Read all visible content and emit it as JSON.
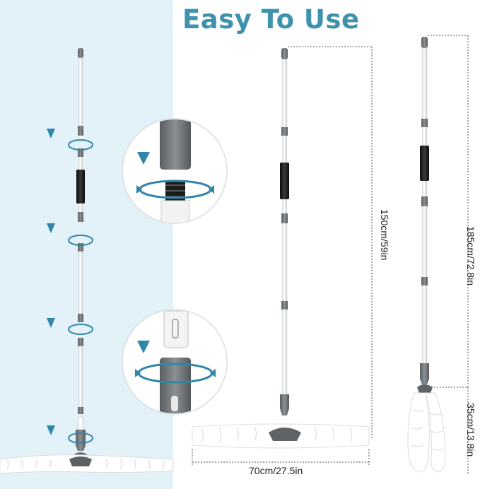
{
  "title": "Easy To Use",
  "dimensions": {
    "height_short": "150cm/59in",
    "height_long": "185cm/72.8in",
    "head_height": "35cm/13.8in",
    "head_width": "70cm/27.5in"
  },
  "colors": {
    "accent": "#3f92ae",
    "panel_bg": "#e3f1f8",
    "pole_grey": "#6f7375",
    "grip_black": "#1b1b1b",
    "arrow_blue": "#2f86a8"
  }
}
